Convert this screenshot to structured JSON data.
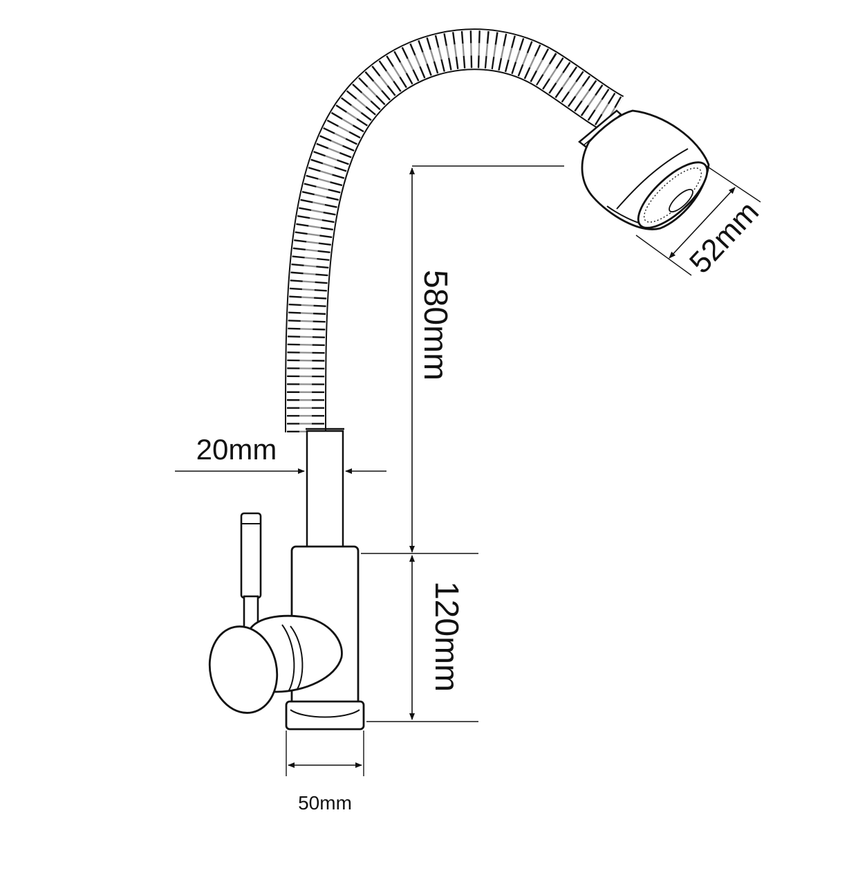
{
  "dimensions": {
    "spout_reach": "580mm",
    "body_height": "120mm",
    "hose_diameter": "20mm",
    "base_diameter": "50mm",
    "aerator_diameter": "52mm"
  },
  "colors": {
    "line": "#111111",
    "background": "#ffffff"
  }
}
